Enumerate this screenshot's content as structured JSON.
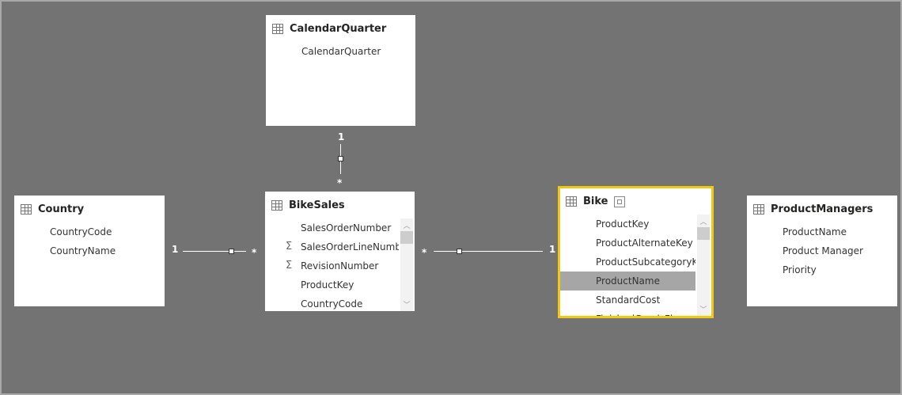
{
  "tables": {
    "calendarquarter": {
      "name": "CalendarQuarter",
      "fields": [
        {
          "label": "CalendarQuarter"
        }
      ]
    },
    "country": {
      "name": "Country",
      "fields": [
        {
          "label": "CountryCode"
        },
        {
          "label": "CountryName"
        }
      ]
    },
    "bikesales": {
      "name": "BikeSales",
      "fields": [
        {
          "label": "SalesOrderNumber"
        },
        {
          "label": "SalesOrderLineNumber",
          "icon": "sigma-icon",
          "symbol": "Σ"
        },
        {
          "label": "RevisionNumber",
          "icon": "sigma-icon",
          "symbol": "Σ"
        },
        {
          "label": "ProductKey"
        },
        {
          "label": "CountryCode"
        }
      ]
    },
    "bike": {
      "name": "Bike",
      "selected": true,
      "fields": [
        {
          "label": "ProductKey"
        },
        {
          "label": "ProductAlternateKey"
        },
        {
          "label": "ProductSubcategoryKey"
        },
        {
          "label": "ProductName",
          "highlighted": true
        },
        {
          "label": "StandardCost"
        },
        {
          "label": "FinishedGoodsFlag"
        }
      ]
    },
    "productmanagers": {
      "name": "ProductManagers",
      "fields": [
        {
          "label": "ProductName"
        },
        {
          "label": "Product Manager"
        },
        {
          "label": "Priority"
        }
      ]
    }
  },
  "relationships": {
    "calendar_bikesales": {
      "one": "1",
      "many": "*"
    },
    "country_bikesales": {
      "one": "1",
      "many": "*"
    },
    "bike_bikesales": {
      "one": "1",
      "many": "*"
    }
  },
  "colors": {
    "canvas": "#737373",
    "selection": "#f2c811",
    "highlight": "#a6a6a6"
  }
}
